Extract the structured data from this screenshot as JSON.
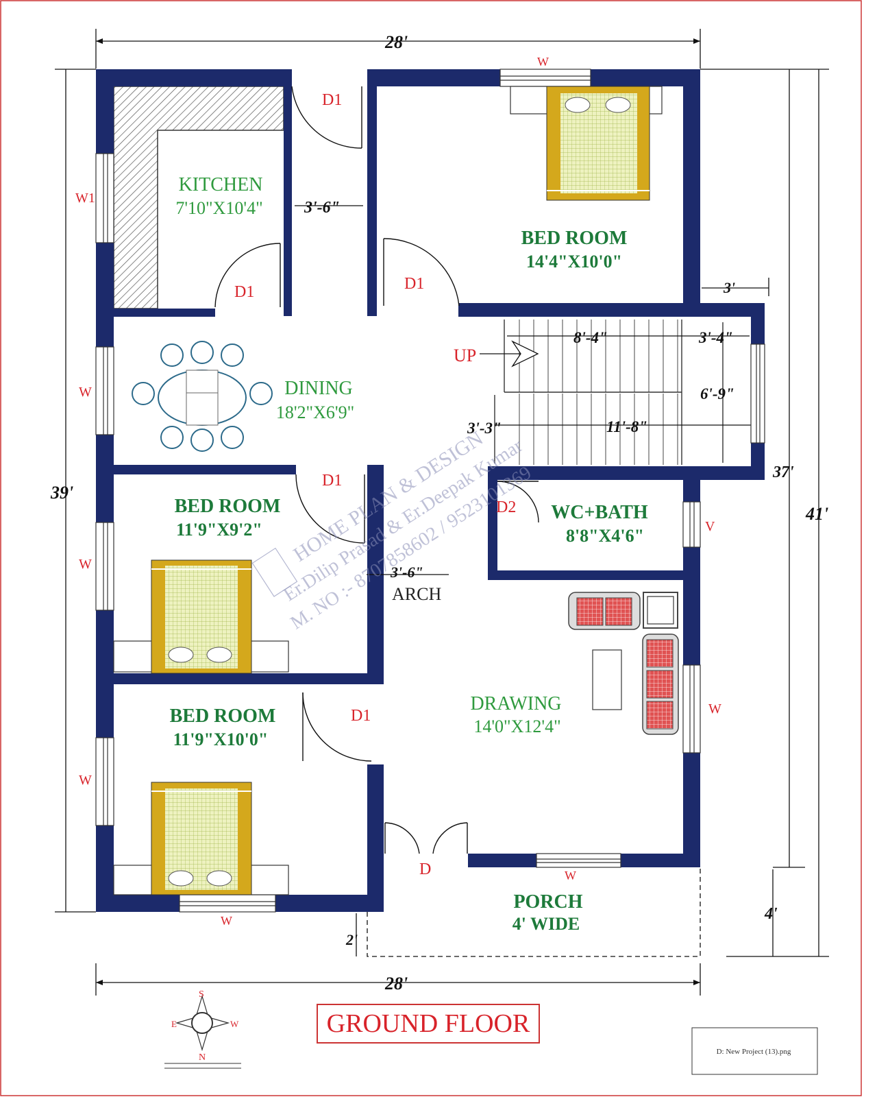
{
  "dimensions": {
    "top_width": "28'",
    "bottom_width": "28'",
    "left_height": "39'",
    "right_height": "41'",
    "inner_right": "37'",
    "porch_depth": "4'",
    "front_offset": "2'",
    "passage_width": "3'-6\"",
    "stair_gap": "3'",
    "stair_upper": "8'-4\"",
    "stair_landing": "3'-4\"",
    "stair_width": "6'-9\"",
    "stair_lower": "11'-8\"",
    "stair_left": "3'-3\"",
    "arch_width": "3'-6\""
  },
  "rooms": {
    "kitchen": {
      "name": "KITCHEN",
      "size": "7'10\"X10'4\""
    },
    "bed_top": {
      "name": "BED ROOM",
      "size": "14'4\"X10'0\""
    },
    "dining": {
      "name": "DINING",
      "size": "18'2\"X6'9\""
    },
    "bed_mid": {
      "name": "BED ROOM",
      "size": "11'9\"X9'2\""
    },
    "wc": {
      "name": "WC+BATH",
      "size": "8'8\"X4'6\""
    },
    "bed_low": {
      "name": "BED ROOM",
      "size": "11'9\"X10'0\""
    },
    "drawing": {
      "name": "DRAWING",
      "size": "14'0\"X12'4\""
    },
    "porch": {
      "name": "PORCH",
      "size": "4' WIDE"
    }
  },
  "labels": {
    "door_d1": "D1",
    "door_d2": "D2",
    "door_main": "D",
    "window": "W",
    "window_w1": "W1",
    "ventilator": "V",
    "stair_up": "UP",
    "arch": "ARCH"
  },
  "watermark": {
    "line1": "HOME PLAN & DESIGN",
    "line2": "Er.Dilip Prasad & Er.Deepak Kumar",
    "line3": "M. NO :- 8707858602 / 9523101369"
  },
  "compass": {
    "north": "N",
    "south": "S",
    "east": "E",
    "west": "W"
  },
  "title": "GROUND FLOOR",
  "file_caption": "D: New Project (13).png",
  "colors": {
    "wall": "#1c2a6b",
    "room_label": "#1d7a3a",
    "tag": "#d8232a",
    "bed_frame": "#d4a81c",
    "mattress": "#e8efb6",
    "sofa": "#e05252"
  }
}
